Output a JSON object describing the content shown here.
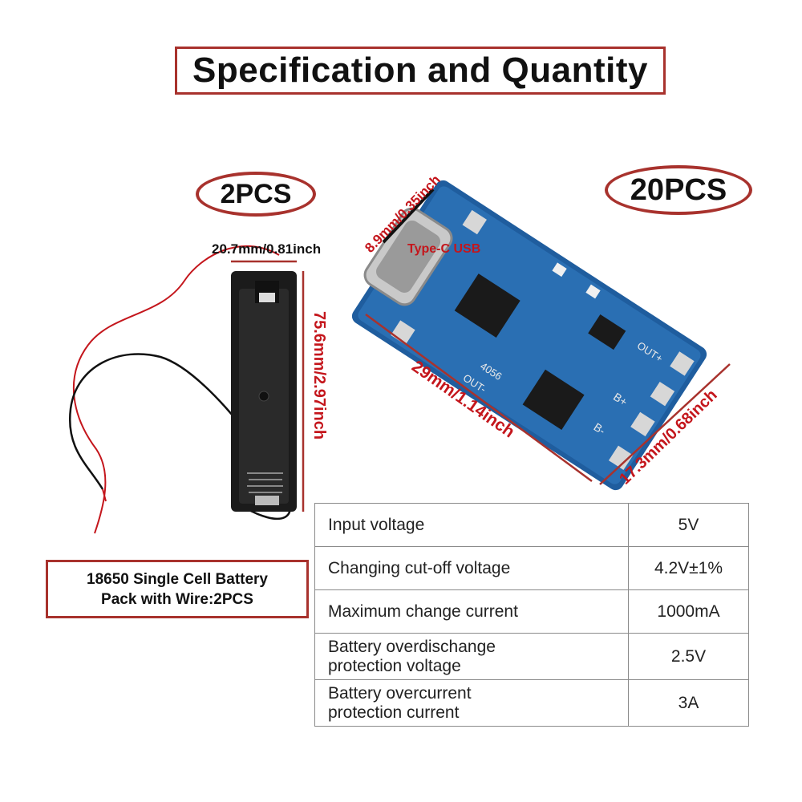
{
  "title": "Specification and Quantity",
  "holder": {
    "quantity": "2PCS",
    "width_dim": "20.7mm/0.81inch",
    "height_dim": "75.6mm/2.97inch",
    "caption_line1": "18650 Single Cell Battery",
    "caption_line2": "Pack with Wire:2PCS"
  },
  "module": {
    "quantity": "20PCS",
    "usb_dim": "8.9mm/0.35inch",
    "usb_label": "Type-C USB",
    "length_dim": "29mm/1.14inch",
    "width_dim": "17.3mm/0.68inch",
    "silkscreen": {
      "b_plus": "B+",
      "b_minus": "B-",
      "out_plus": "OUT+",
      "out_minus": "OUT-",
      "chip": "4056"
    }
  },
  "specs": [
    {
      "label": "Input voltage",
      "value": "5V"
    },
    {
      "label": "Changing cut-off voltage",
      "value": "4.2V±1%"
    },
    {
      "label": "Maximum change current",
      "value": "1000mA"
    },
    {
      "label_line1": "Battery overdischange",
      "label_line2": "protection voltage",
      "value": "2.5V"
    },
    {
      "label_line1": "Battery overcurrent",
      "label_line2": "protection current",
      "value": "3A"
    }
  ]
}
